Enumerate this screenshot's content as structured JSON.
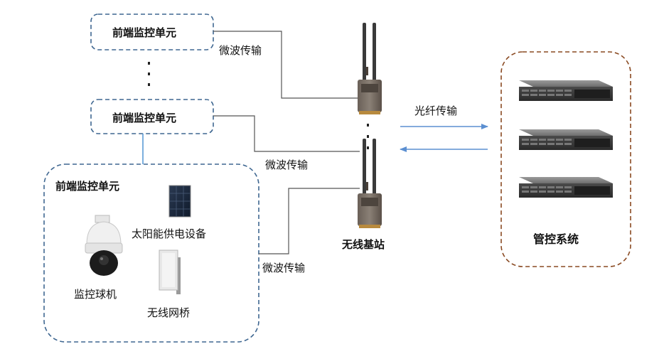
{
  "front_units": {
    "top": "前端监控单元",
    "middle": "前端监控单元",
    "group_title": "前端监控单元"
  },
  "microwave_labels": [
    "微波传输",
    "微波传输",
    "微波传输"
  ],
  "fiber_label": "光纤传输",
  "base_station_label": "无线基站",
  "management_label": "管控系统",
  "devices": {
    "solar": "太阳能供电设备",
    "camera": "监控球机",
    "bridge": "无线网桥"
  },
  "colors": {
    "dashed_blue": "#3f6791",
    "dashed_brown": "#8a4a22",
    "arrow_blue": "#5b8fd1",
    "connector_blue": "#5b9bd5",
    "line_gray": "#555555"
  }
}
